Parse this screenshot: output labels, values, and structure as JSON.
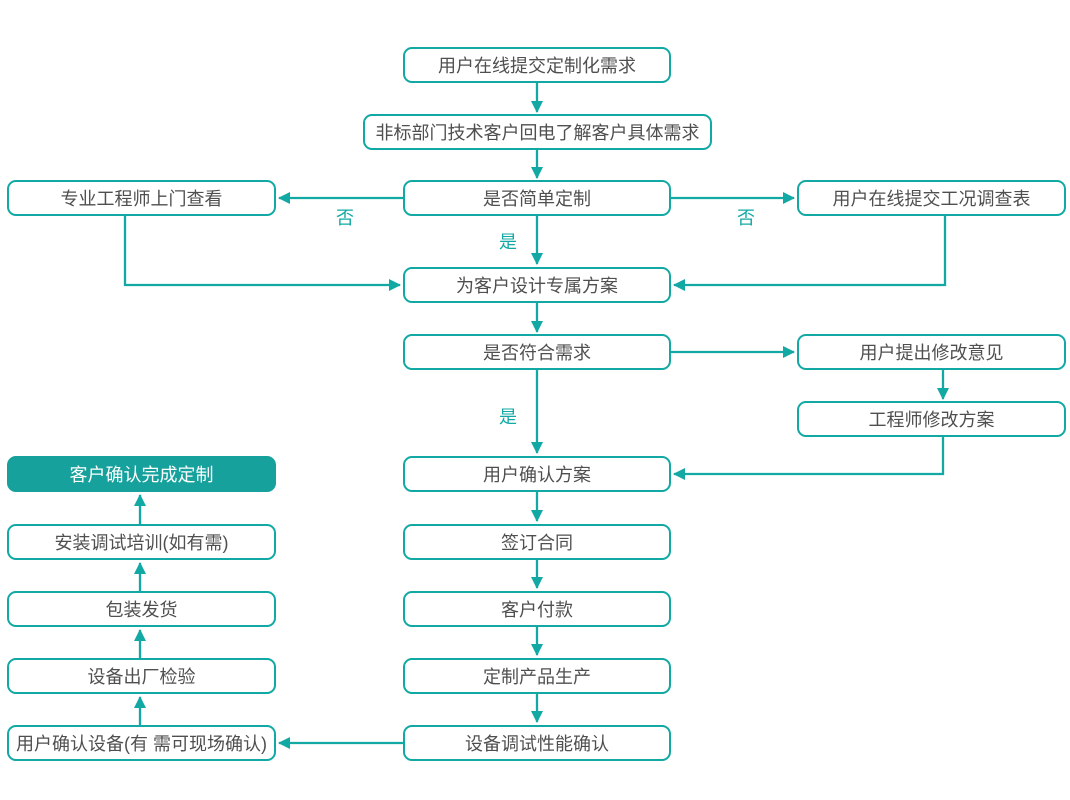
{
  "flowchart": {
    "background_color": "#ffffff",
    "accent_color": "#12A9A4",
    "filled_node_color": "#16A19D",
    "node_text_color": "#4F4F4F",
    "nodes": {
      "submit_request": "用户在线提交定制化需求",
      "callback_inquiry": "非标部门技术客户回电了解客户具体需求",
      "simple_custom_decision": "是否简单定制",
      "engineer_site_visit": "专业工程师上门查看",
      "condition_survey": "用户在线提交工况调查表",
      "design_exclusive_plan": "为客户设计专属方案",
      "meets_requirements_decision": "是否符合需求",
      "user_revision_feedback": "用户提出修改意见",
      "engineer_revise_plan": "工程师修改方案",
      "user_confirm_plan": "用户确认方案",
      "sign_contract": "签订合同",
      "customer_payment": "客户付款",
      "custom_production": "定制产品生产",
      "equipment_debug_confirm": "设备调试性能确认",
      "user_confirm_equipment": "用户确认设备(有 需可现场确认)",
      "factory_inspection": "设备出厂检验",
      "packing_shipping": "包装发货",
      "install_training": "安装调试培训(如有需)",
      "customization_complete": "客户确认完成定制"
    },
    "edge_labels": {
      "no_left": "否",
      "no_right": "否",
      "yes_design": "是",
      "yes_confirm": "是"
    }
  }
}
